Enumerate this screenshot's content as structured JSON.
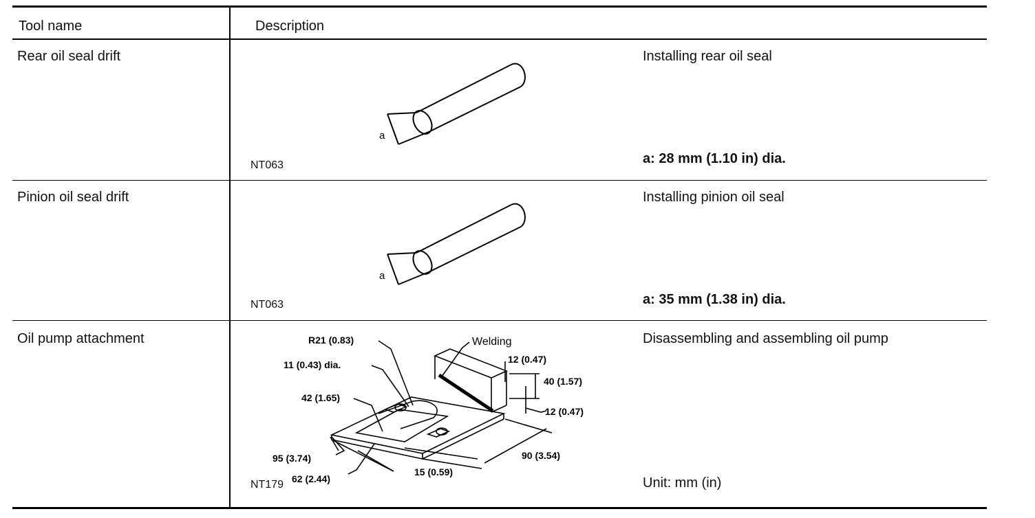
{
  "header": {
    "col1": "Tool name",
    "col2": "Description"
  },
  "rows": [
    {
      "tool_name": "Rear oil seal drift",
      "usage": "Installing rear oil seal",
      "spec": "a: 28 mm (1.10 in) dia.",
      "figure_code": "NT063",
      "dim_label": "a"
    },
    {
      "tool_name": "Pinion oil seal drift",
      "usage": "Installing pinion oil seal",
      "spec": "a: 35 mm (1.38 in) dia.",
      "figure_code": "NT063",
      "dim_label": "a"
    },
    {
      "tool_name": "Oil pump attachment",
      "usage": "Disassembling and assembling oil pump",
      "spec": "Unit: mm (in)",
      "figure_code": "NT179",
      "dims": {
        "r21": "R21 (0.83)",
        "welding": "Welding",
        "d11": "11 (0.43) dia.",
        "d12a": "12 (0.47)",
        "d40": "40 (1.57)",
        "d42": "42 (1.65)",
        "d12b": "12 (0.47)",
        "d95": "95 (3.74)",
        "d90": "90 (3.54)",
        "d62": "62 (2.44)",
        "d15": "15 (0.59)"
      }
    }
  ]
}
